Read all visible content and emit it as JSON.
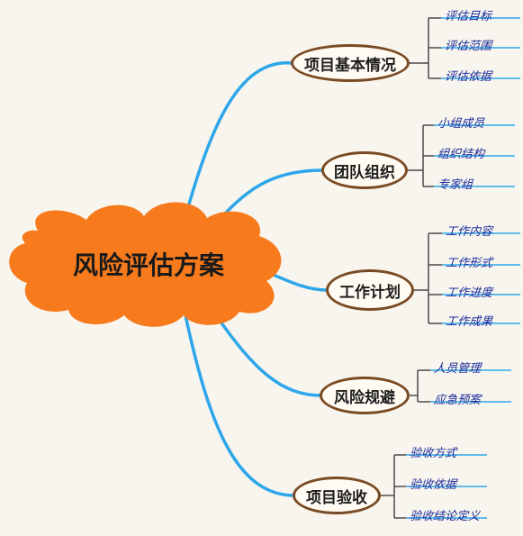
{
  "root": {
    "label": "风险评估方案",
    "color": "#f77a1c"
  },
  "colors": {
    "connector": "#2ea6ea",
    "bracket": "#4a4a4a",
    "border": "#7a4a22",
    "leaf_text": "#1d2d9a"
  },
  "branches": [
    {
      "label": "项目基本情况",
      "children": [
        "评估目标",
        "评估范围",
        "评估依据"
      ]
    },
    {
      "label": "团队组织",
      "children": [
        "小组成员",
        "组织结构",
        "专家组"
      ]
    },
    {
      "label": "工作计划",
      "children": [
        "工作内容",
        "工作形式",
        "工作进度",
        "工作成果"
      ]
    },
    {
      "label": "风险规避",
      "children": [
        "人员管理",
        "应急预案"
      ]
    },
    {
      "label": "项目验收",
      "children": [
        "验收方式",
        "验收依据",
        "验收结论定义"
      ]
    }
  ]
}
